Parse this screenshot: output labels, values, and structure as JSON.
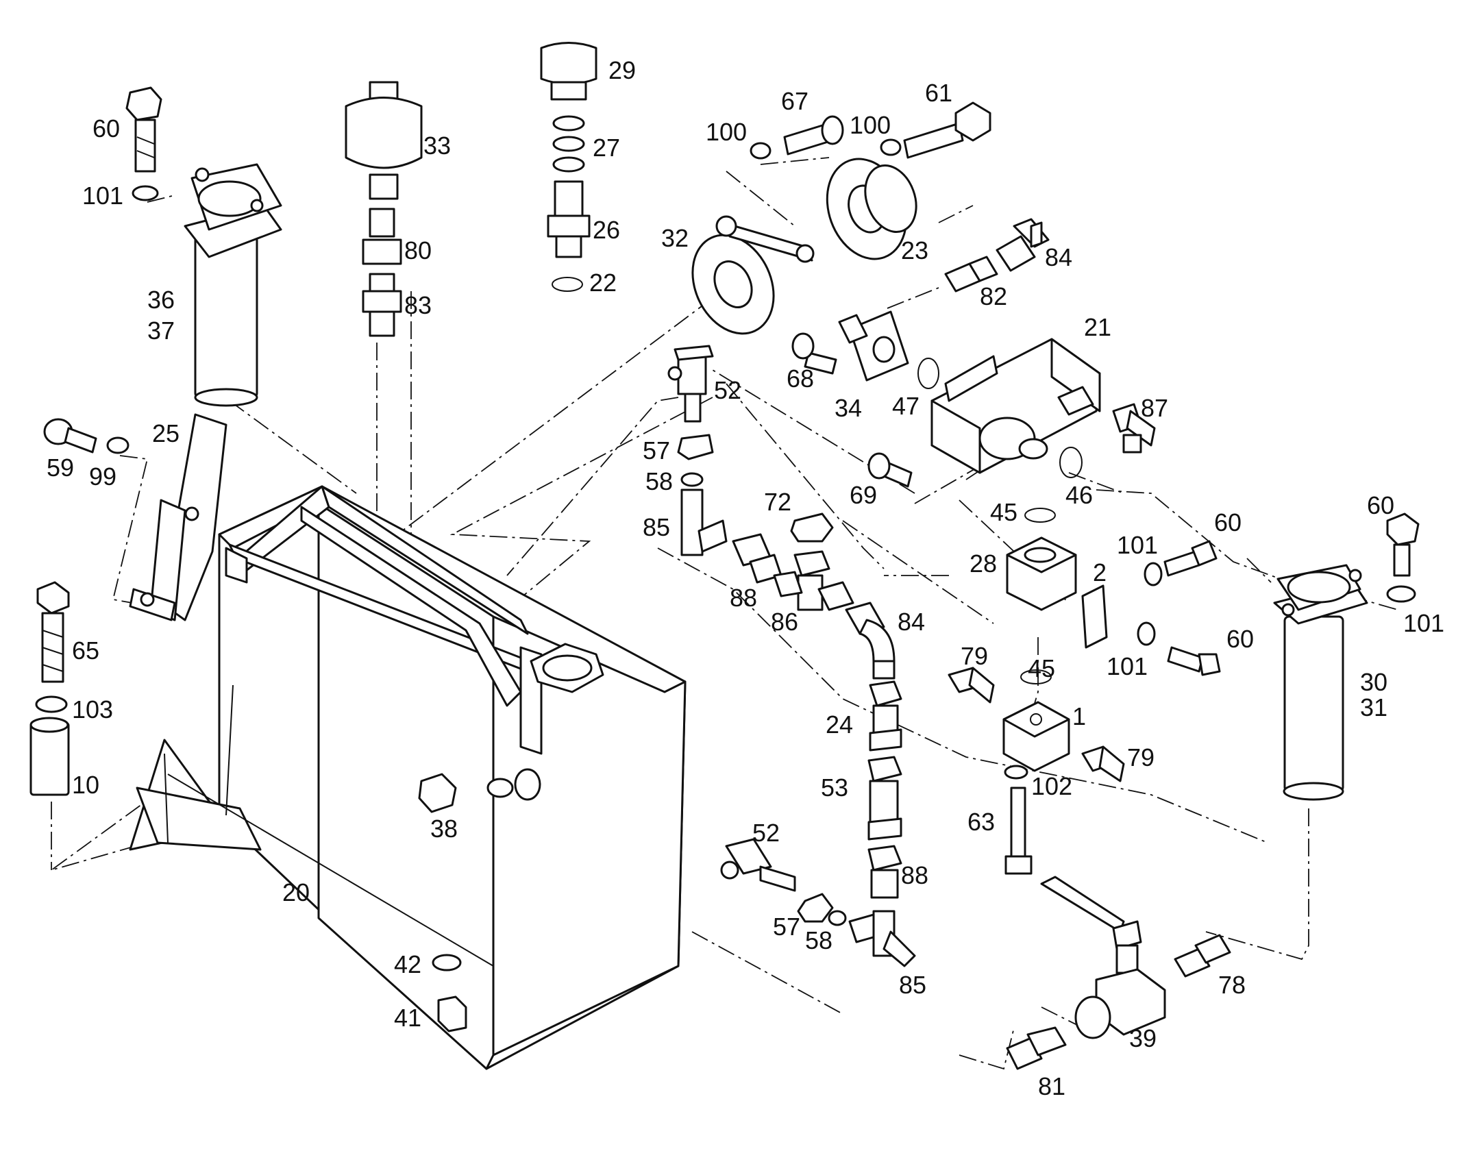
{
  "diagram": {
    "labels": {
      "l1": "1",
      "l2": "2",
      "l10": "10",
      "l20": "20",
      "l21": "21",
      "l22": "22",
      "l23": "23",
      "l24": "24",
      "l25": "25",
      "l26": "26",
      "l27": "27",
      "l28": "28",
      "l29": "29",
      "l30": "30",
      "l31": "31",
      "l32": "32",
      "l33": "33",
      "l34": "34",
      "l36": "36",
      "l37": "37",
      "l38": "38",
      "l39": "39",
      "l41": "41",
      "l42": "42",
      "l45a": "45",
      "l45b": "45",
      "l46": "46",
      "l47": "47",
      "l52a": "52",
      "l52b": "52",
      "l53": "53",
      "l57a": "57",
      "l57b": "57",
      "l58a": "58",
      "l58b": "58",
      "l59": "59",
      "l60a": "60",
      "l60b": "60",
      "l60c": "60",
      "l60d": "60",
      "l61": "61",
      "l63": "63",
      "l65": "65",
      "l67": "67",
      "l68": "68",
      "l69": "69",
      "l72": "72",
      "l78": "78",
      "l79a": "79",
      "l79b": "79",
      "l80": "80",
      "l81": "81",
      "l82": "82",
      "l83": "83",
      "l84a": "84",
      "l84b": "84",
      "l85a": "85",
      "l85b": "85",
      "l86": "86",
      "l87": "87",
      "l88a": "88",
      "l88b": "88",
      "l99": "99",
      "l100a": "100",
      "l100b": "100",
      "l101a": "101",
      "l101b": "101",
      "l101c": "101",
      "l101d": "101",
      "l102": "102",
      "l103": "103"
    }
  }
}
